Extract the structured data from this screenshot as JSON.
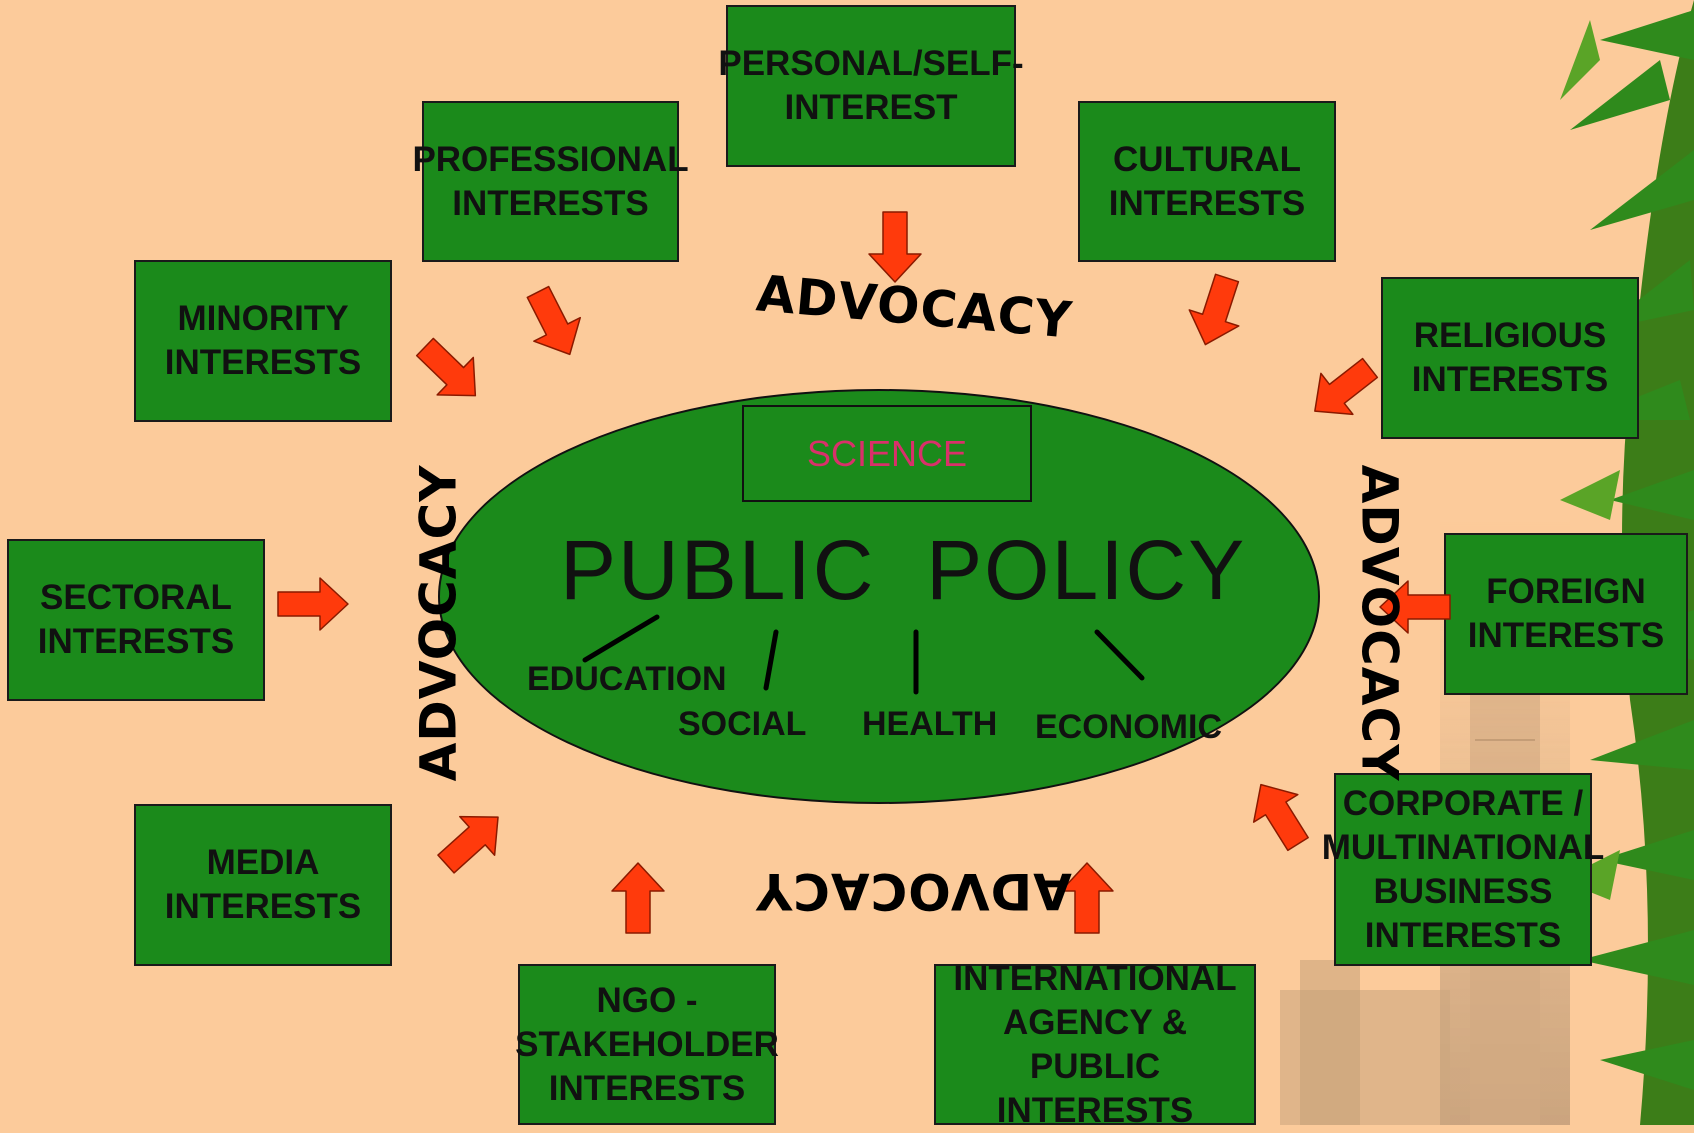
{
  "colors": {
    "background": "#fccb9b",
    "box_fill": "#1b8a1b",
    "arrow_fill": "#ff3a0c",
    "science_text": "#d9306a"
  },
  "boxes": {
    "personal": [
      "PERSONAL/SELF-",
      "INTEREST"
    ],
    "professional": [
      "PROFESSIONAL",
      "INTERESTS"
    ],
    "cultural": [
      "CULTURAL",
      "INTERESTS"
    ],
    "minority": [
      "MINORITY",
      "INTERESTS"
    ],
    "religious": [
      "RELIGIOUS",
      "INTERESTS"
    ],
    "sectoral": [
      "SECTORAL",
      "INTERESTS"
    ],
    "foreign": [
      "FOREIGN",
      "INTERESTS"
    ],
    "media": [
      "MEDIA",
      "INTERESTS"
    ],
    "corporate": [
      "CORPORATE /",
      "MULTINATIONAL",
      "BUSINESS",
      "INTERESTS"
    ],
    "ngo": [
      "NGO -",
      "STAKEHOLDER",
      "INTERESTS"
    ],
    "international": [
      "INTERNATIONAL",
      "AGENCY & PUBLIC",
      "INTERESTS"
    ]
  },
  "center": {
    "science": "SCIENCE",
    "title": "PUBLIC  POLICY",
    "subs": {
      "education": "EDUCATION",
      "social": "SOCIAL",
      "health": "HEALTH",
      "economic": "ECONOMIC"
    }
  },
  "advocacy": {
    "top": "ADVOCACY",
    "left": "ADVOCACY",
    "right": "ADVOCACY",
    "bottom": "ADVOCACY"
  }
}
